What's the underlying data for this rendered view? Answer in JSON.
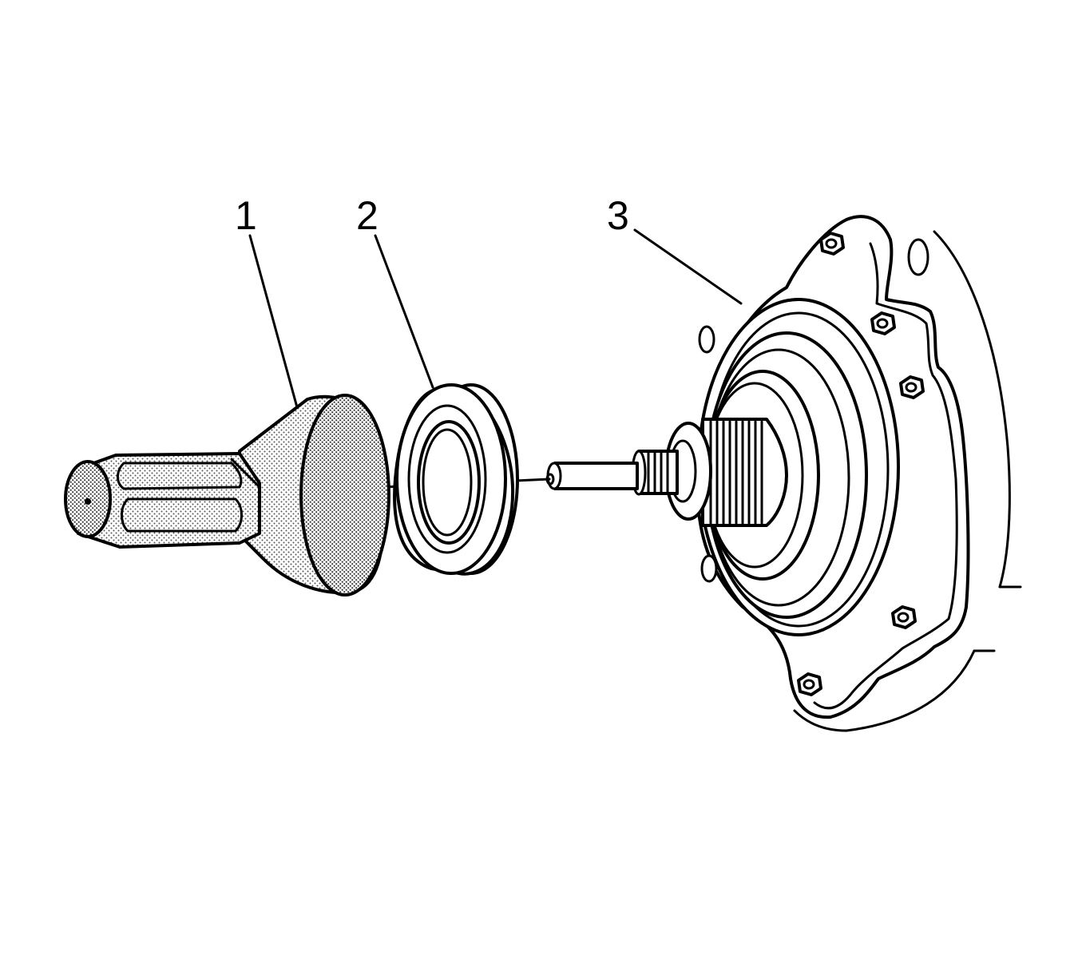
{
  "callouts": [
    {
      "id": "1",
      "label": "1",
      "part": "seal-installer-tool"
    },
    {
      "id": "2",
      "label": "2",
      "part": "oil-seal"
    },
    {
      "id": "3",
      "label": "3",
      "part": "housing-with-shaft"
    }
  ],
  "colors": {
    "ink": "#000000",
    "background": "#ffffff",
    "stipple": "#8a8a8a"
  }
}
